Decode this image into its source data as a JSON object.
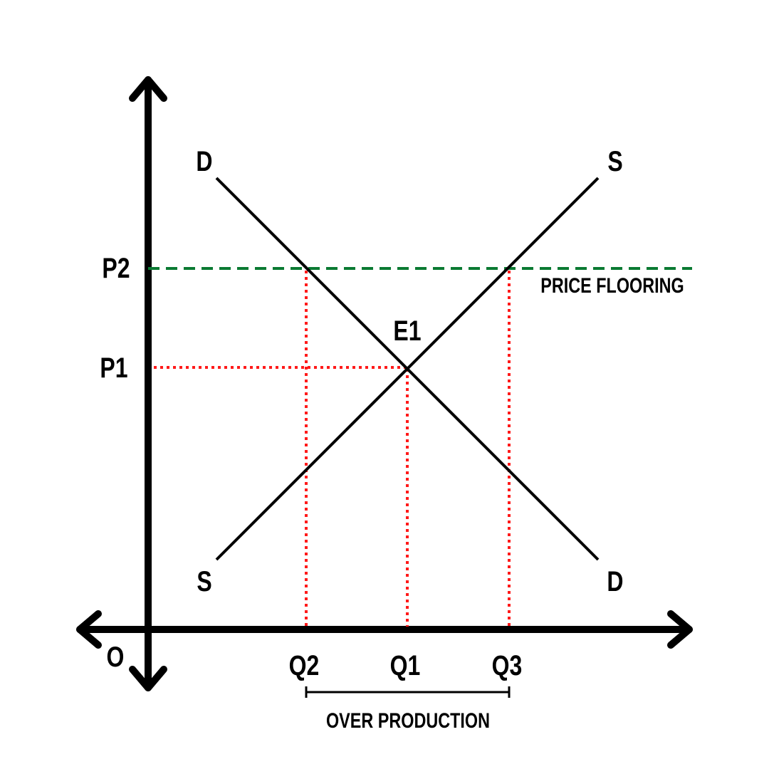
{
  "title": "Price floor supply and demand diagram",
  "colors": {
    "axis": "#000000",
    "curve": "#000000",
    "floor": "#0a7a32",
    "guide": "#ff1a1a"
  },
  "labels": {
    "origin": "O",
    "demand_top": "D",
    "demand_bottom": "D",
    "supply_top": "S",
    "supply_bottom": "S",
    "p1": "P1",
    "p2": "P2",
    "q1": "Q1",
    "q2": "Q2",
    "q3": "Q3",
    "equilibrium": "E1",
    "price_floor": "PRICE FLOORING",
    "over_production": "OVER PRODUCTION"
  }
}
